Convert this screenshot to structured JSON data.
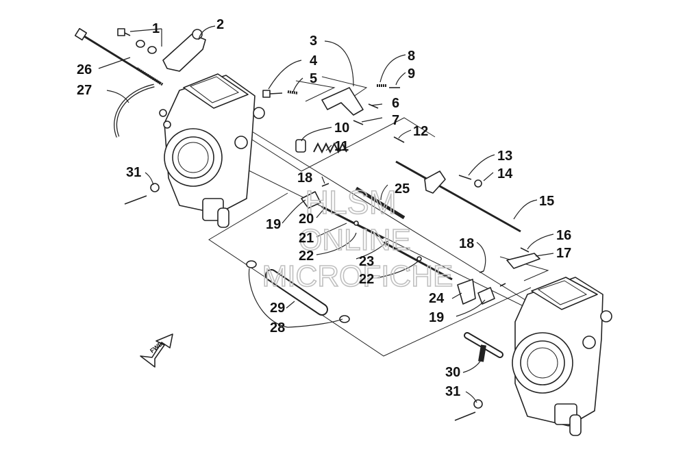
{
  "diagram": {
    "watermark": {
      "line1": "HLSM",
      "line2": "ONLINE",
      "line3": "MICROFICHE"
    },
    "fwd_label": "FWD",
    "callouts": [
      {
        "id": "c1",
        "text": "1"
      },
      {
        "id": "c2",
        "text": "2"
      },
      {
        "id": "c3",
        "text": "3"
      },
      {
        "id": "c4",
        "text": "4"
      },
      {
        "id": "c5",
        "text": "5"
      },
      {
        "id": "c6",
        "text": "6"
      },
      {
        "id": "c7",
        "text": "7"
      },
      {
        "id": "c8",
        "text": "8"
      },
      {
        "id": "c9",
        "text": "9"
      },
      {
        "id": "c10",
        "text": "10"
      },
      {
        "id": "c11",
        "text": "11"
      },
      {
        "id": "c12",
        "text": "12"
      },
      {
        "id": "c13",
        "text": "13"
      },
      {
        "id": "c14",
        "text": "14"
      },
      {
        "id": "c15",
        "text": "15"
      },
      {
        "id": "c16",
        "text": "16"
      },
      {
        "id": "c17",
        "text": "17"
      },
      {
        "id": "c18a",
        "text": "18"
      },
      {
        "id": "c18b",
        "text": "18"
      },
      {
        "id": "c19a",
        "text": "19"
      },
      {
        "id": "c19b",
        "text": "19"
      },
      {
        "id": "c20",
        "text": "20"
      },
      {
        "id": "c21",
        "text": "21"
      },
      {
        "id": "c22a",
        "text": "22"
      },
      {
        "id": "c22b",
        "text": "22"
      },
      {
        "id": "c23",
        "text": "23"
      },
      {
        "id": "c24",
        "text": "24"
      },
      {
        "id": "c25",
        "text": "25"
      },
      {
        "id": "c26",
        "text": "26"
      },
      {
        "id": "c27",
        "text": "27"
      },
      {
        "id": "c28",
        "text": "28"
      },
      {
        "id": "c29",
        "text": "29"
      },
      {
        "id": "c30",
        "text": "30"
      },
      {
        "id": "c31a",
        "text": "31"
      },
      {
        "id": "c31b",
        "text": "31"
      }
    ]
  }
}
